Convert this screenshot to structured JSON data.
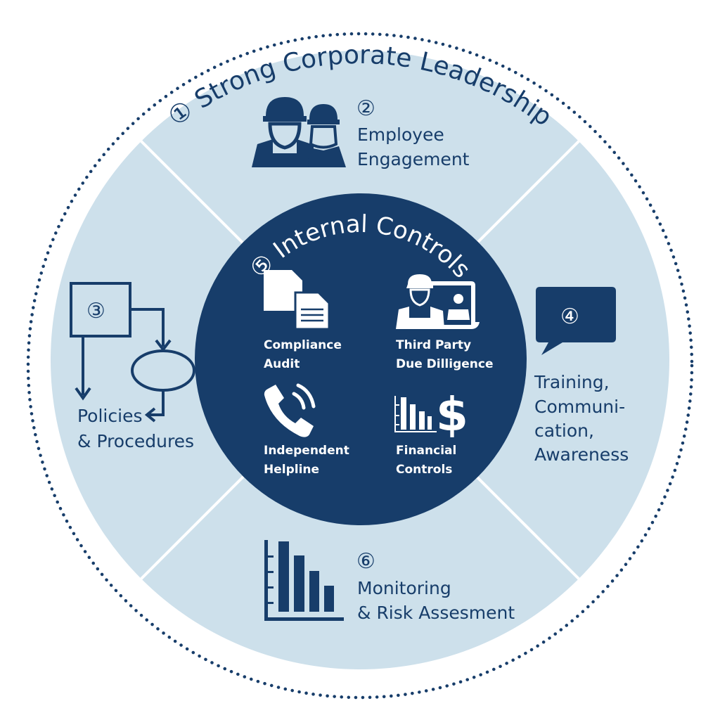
{
  "colors": {
    "dark_blue": "#173d6a",
    "light_blue": "#cde0eb",
    "white": "#ffffff"
  },
  "outer": {
    "number": "①",
    "title": "Strong Corporate Leadership"
  },
  "segments": {
    "employee": {
      "number": "②",
      "line1": "Employee",
      "line2": "Engagement",
      "icon": "workers-icon"
    },
    "policies": {
      "number": "③",
      "line1": "Policies",
      "line2": "& Procedures",
      "icon": "flowchart-icon"
    },
    "training": {
      "number": "④",
      "line1": "Training,",
      "line2": "Communi-",
      "line3": "cation,",
      "line4": "Awareness",
      "icon": "speech-bubble-icon"
    },
    "monitoring": {
      "number": "⑥",
      "line1": "Monitoring",
      "line2": "& Risk Assesment",
      "icon": "bar-chart-icon"
    }
  },
  "center": {
    "number": "⑤",
    "title": "Internal Controls",
    "items": [
      {
        "line1": "Compliance",
        "line2": "Audit",
        "icon": "documents-icon"
      },
      {
        "line1": "Third Party",
        "line2": "Due Dilligence",
        "icon": "worker-video-call-icon"
      },
      {
        "line1": "Independent",
        "line2": "Helpline",
        "icon": "phone-icon"
      },
      {
        "line1": "Financial",
        "line2": "Controls",
        "icon": "chart-dollar-icon"
      }
    ]
  }
}
